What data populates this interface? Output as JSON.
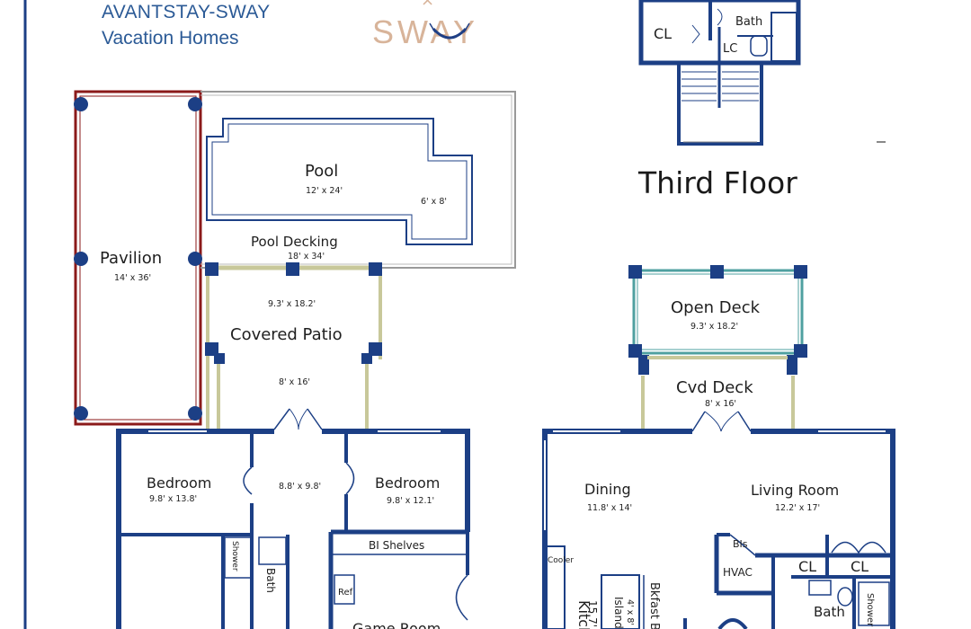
{
  "brand": {
    "name": "AVANTSTAY-SWAY",
    "subtitle": "Vacation Homes",
    "logo_text": "SWAY",
    "logo_mark": "×"
  },
  "colors": {
    "wall": "#1c3f85",
    "pool_outline": "#1c3f85",
    "deck_outline": "#999999",
    "pavilion_outline": "#8b1a1a",
    "railing": "#c8c89a",
    "railing_teal": "#4fa0a0",
    "brand": "#2b5a96",
    "logo": "#d8b49a"
  },
  "third_floor": {
    "title": "Third Floor",
    "rooms": {
      "closet": "CL",
      "bath": "Bath",
      "linen_closet": "LC"
    }
  },
  "first_floor": {
    "pool": {
      "label": "Pool",
      "dim": "12' x 24'",
      "extension_dim": "6' x 8'"
    },
    "pool_decking": {
      "label": "Pool Decking",
      "dim": "18' x 34'"
    },
    "pavilion": {
      "label": "Pavilion",
      "dim": "14' x 36'"
    },
    "covered_patio": {
      "label": "Covered Patio",
      "dim_upper": "9.3' x 18.2'",
      "dim_lower": "8' x 16'"
    },
    "bedroom_left": {
      "label": "Bedroom",
      "dim": "9.8' x 13.8'"
    },
    "hall": {
      "dim": "8.8' x 9.8'"
    },
    "bedroom_right": {
      "label": "Bedroom",
      "dim": "9.8' x 12.1'"
    },
    "bi_shelves": "BI Shelves",
    "ref": "Ref",
    "shower": "Shower",
    "bath": "Bath",
    "game_room_partial": "Game Room"
  },
  "second_floor": {
    "open_deck": {
      "label": "Open Deck",
      "dim": "9.3' x 18.2'"
    },
    "cvd_deck": {
      "label": "Cvd Deck",
      "dim": "8' x 16'"
    },
    "dining": {
      "label": "Dining",
      "dim": "11.8' x 14'"
    },
    "living_room": {
      "label": "Living Room",
      "dim": "12.2' x 17'"
    },
    "bis": "BIs",
    "hvac": "HVAC",
    "cl_left": "CL",
    "cl_right": "CL",
    "bath": "Bath",
    "shower": "Shower",
    "cooler": "Cooler",
    "kitchen_partial": "Kitchen",
    "kitchen_dim_partial": "15.7'",
    "island": "Island",
    "island_dim": "4' x 8'",
    "bkfast_bar": "Bkfast Bar"
  }
}
